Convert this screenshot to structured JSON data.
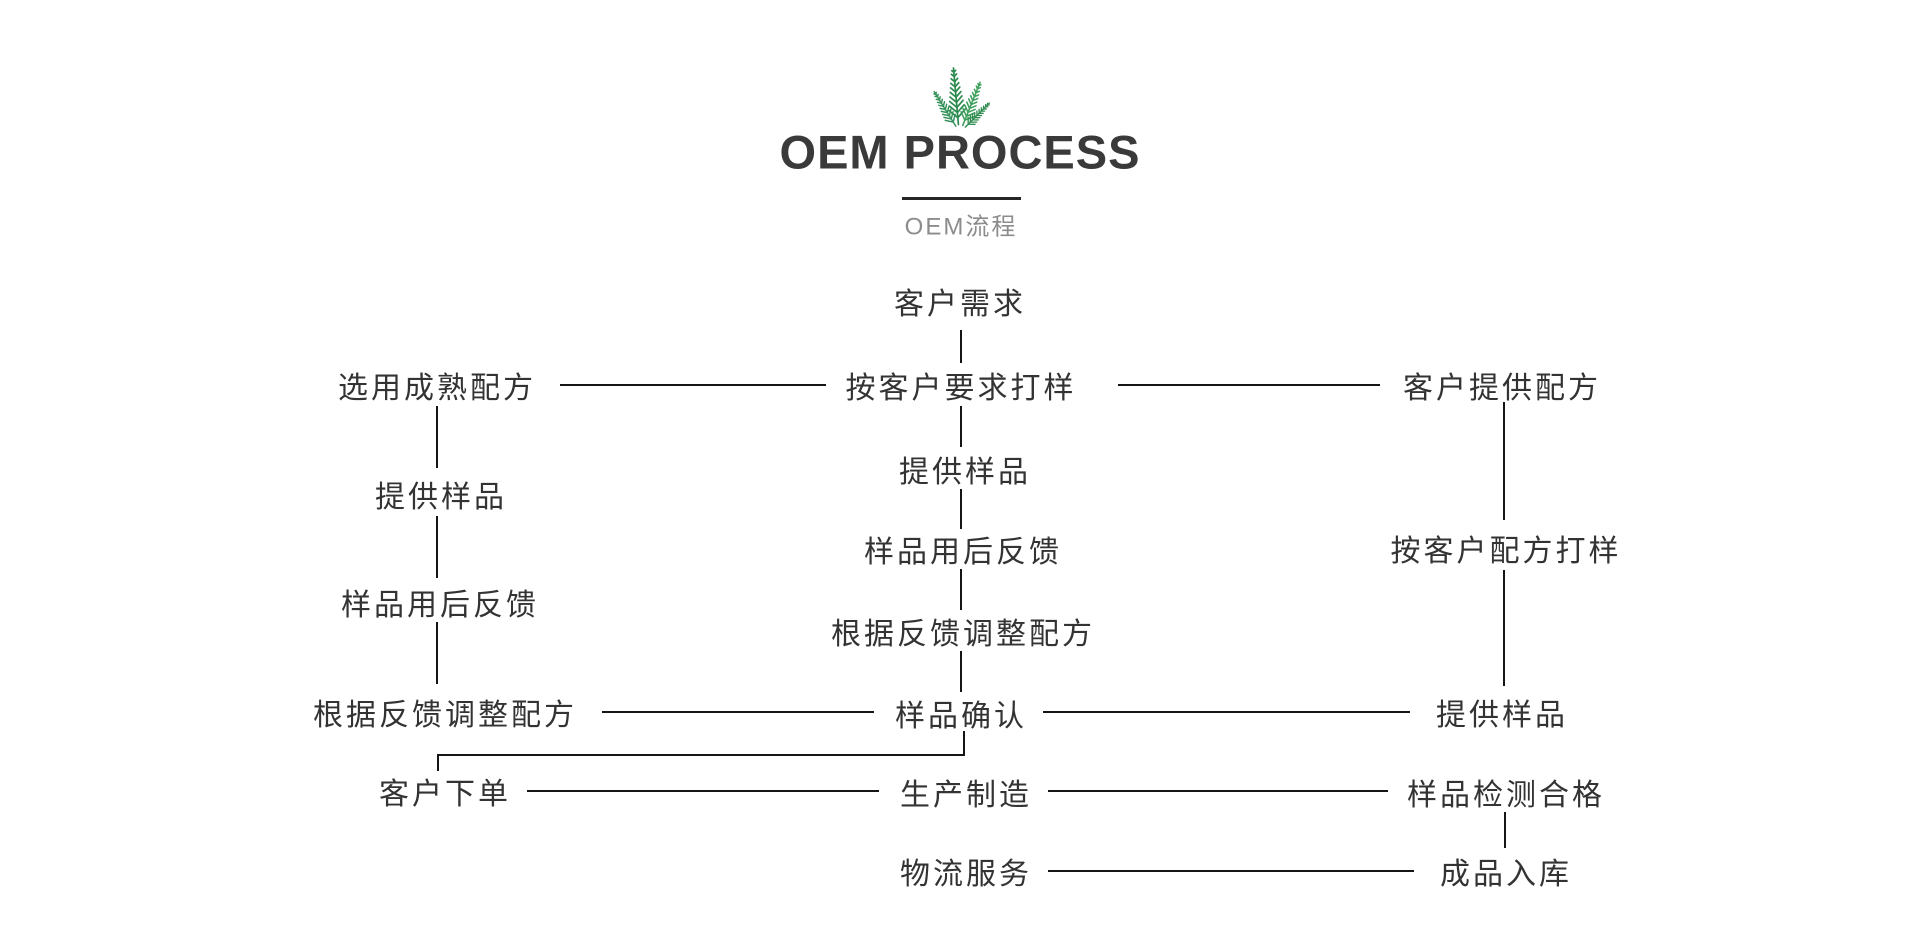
{
  "header": {
    "title": "OEM PROCESS",
    "subtitle": "OEM流程",
    "icon": "fern-leaves-icon",
    "colors": {
      "fern_green_dark": "#2e8b4f",
      "fern_green_light": "#3fa05d",
      "title_text": "#3a3a3a",
      "subtitle_text": "#8c8c8c",
      "node_text": "#333333",
      "connector_line": "#151515",
      "background": "#ffffff"
    }
  },
  "flow": {
    "nodes": [
      {
        "id": "customer-demand",
        "label": "客户需求"
      },
      {
        "id": "mature-formula",
        "label": "选用成熟配方"
      },
      {
        "id": "sample-per-request",
        "label": "按客户要求打样"
      },
      {
        "id": "customer-formula",
        "label": "客户提供配方"
      },
      {
        "id": "provide-sample-center",
        "label": "提供样品"
      },
      {
        "id": "provide-sample-left",
        "label": "提供样品"
      },
      {
        "id": "sample-feedback-center",
        "label": "样品用后反馈"
      },
      {
        "id": "sample-per-customer-formula",
        "label": "按客户配方打样"
      },
      {
        "id": "sample-feedback-left",
        "label": "样品用后反馈"
      },
      {
        "id": "adjust-formula-center",
        "label": "根据反馈调整配方"
      },
      {
        "id": "adjust-formula-left",
        "label": "根据反馈调整配方"
      },
      {
        "id": "sample-confirm",
        "label": "样品确认"
      },
      {
        "id": "provide-sample-right",
        "label": "提供样品"
      },
      {
        "id": "customer-order",
        "label": "客户下单"
      },
      {
        "id": "production",
        "label": "生产制造"
      },
      {
        "id": "sample-test-pass",
        "label": "样品检测合格"
      },
      {
        "id": "logistics",
        "label": "物流服务"
      },
      {
        "id": "finished-goods",
        "label": "成品入库"
      }
    ]
  }
}
